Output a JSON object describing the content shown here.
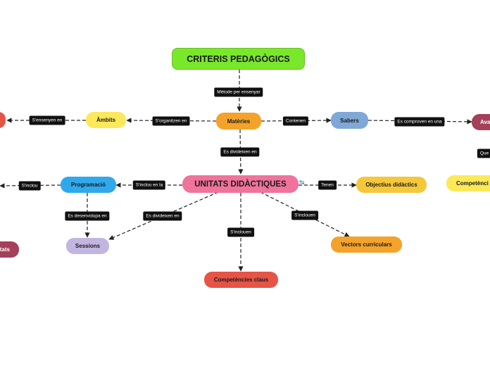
{
  "colors": {
    "green": "#7ae82a",
    "orange": "#f4a32a",
    "yellow": "#fbe95a",
    "blue_light": "#7fa8d6",
    "blue": "#2fa9ec",
    "pink": "#f0739c",
    "lavender": "#c2b6e0",
    "red": "#e55446",
    "maroon": "#a4405a",
    "edge": "#222222"
  },
  "nodes": {
    "root": "CRITERIS PEDAGÒGICS",
    "materies": "Matèries",
    "ambits": "Àmbits",
    "left_red": "",
    "sabers": "Sabers",
    "avaluacio": "Ava",
    "unitats": "UNITATS DIDÀCTIQUES",
    "programacio": "Programació",
    "sessions": "Sessions",
    "tats": "tats",
    "competencies_claus": "Competències claus",
    "vectors": "Vectors curriculars",
    "objectius": "Objectius didàctics",
    "competencies_right": "Competènci"
  },
  "edge_labels": {
    "metode": "Mètode per ensenyar",
    "organitzen": "S'organitzen en",
    "ensenyen": "S'ensenyen en",
    "contenen": "Contenen",
    "comproven": "Es comproven en una",
    "que": "Que",
    "divideixen1": "Es divideixen en",
    "inclou_en_la": "S'inclou en la",
    "inclou": "S'inclou",
    "tenen": "Tenen",
    "desenvolupa": "Es desenvolupa en",
    "divideixen2": "Es divideixen en",
    "inclouen_mid": "S'inclouen",
    "inclouen_right": "S'inclouen"
  },
  "marker": "↹"
}
